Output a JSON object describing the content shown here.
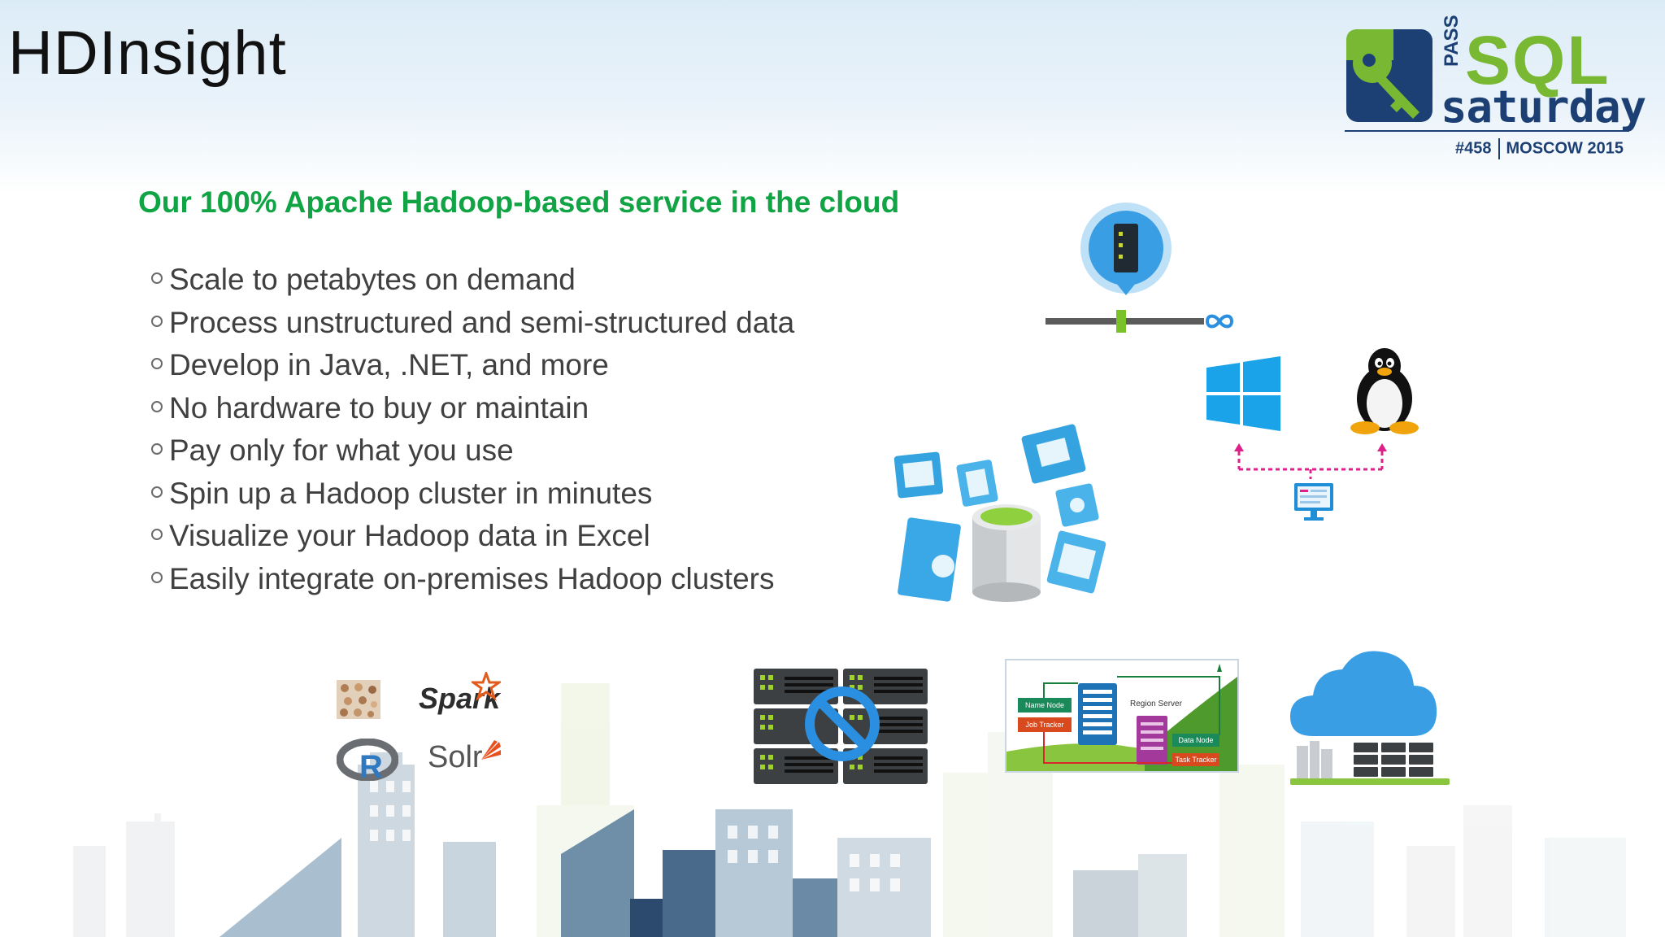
{
  "slide": {
    "title": "HDInsight",
    "subtitle": "Our 100% Apache Hadoop-based service in the cloud",
    "bullets": [
      "Scale to petabytes on demand",
      "Process unstructured and semi-structured data",
      "Develop in Java, .NET, and more",
      "No hardware to buy or maintain",
      "Pay only for what you use",
      "Spin up a Hadoop cluster in minutes",
      "Visualize your Hadoop data in Excel",
      "Easily integrate on-premises Hadoop clusters"
    ]
  },
  "event_logo": {
    "pass": "PASS",
    "sql": "SQL",
    "saturday": "saturday",
    "event_number": "#458",
    "event_place": "MOSCOW 2015"
  },
  "tech_logos": {
    "spark": "Spark",
    "solr": "Solr",
    "r": "R"
  },
  "cluster_diagram": {
    "name_node": "Name Node",
    "job_tracker": "Job Tracker",
    "region_server": "Region Server",
    "data_node": "Data Node",
    "task_tracker": "Task Tracker"
  },
  "colors": {
    "subtitle_green": "#10a444",
    "sql_green": "#79b833",
    "pass_navy": "#1c3f74",
    "azure_blue": "#2f9fe0",
    "windows_blue": "#1aa3e8"
  },
  "icons": [
    "server-pin-icon",
    "infinity-icon",
    "windows-logo-icon",
    "linux-penguin-icon",
    "monitor-icon",
    "database-cloud-icon",
    "no-servers-icon",
    "cloud-datacenter-icon"
  ]
}
